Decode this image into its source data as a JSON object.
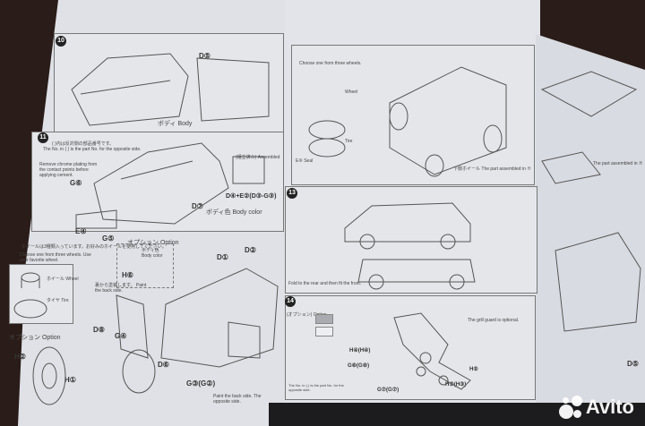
{
  "left_page": {
    "step10": {
      "number": "10",
      "body_label": "ボディ Body",
      "parts": [
        "D⑤"
      ]
    },
    "step11": {
      "number": "11",
      "note_jp": "( )内は反対側の部品番号です。",
      "note_en": "The No. in ( ) is the part No. for the opposite side.",
      "chrome_note": "Remove chrome plating from the contact points before applying cement.",
      "parts": [
        "G⑥",
        "E④",
        "G⑤",
        "D⑦",
        "D④+E②(D③-G③)"
      ],
      "body_color": "ボディ色 Body color",
      "assembly": "(組立済み) Assembled"
    },
    "wheel_note_jp": "ホイールは3種類入っています。お好みのホイールを使用してください。",
    "wheel_note_en": "Choose one from three wheels. Use your favorite wheel.",
    "wheel": "ホイール Wheel",
    "tire": "タイヤ Tire",
    "option": "オプション Option",
    "option_body_color": "ボディ色 Body color",
    "option_part": "H⑥",
    "paint_back": "裏から塗装します。 Paint the back side.",
    "parts_lower": [
      "D①",
      "D②",
      "D⑧",
      "G④",
      "D⑥",
      "G③(G②)",
      "H②",
      "H①"
    ],
    "opposite_note": "Paint the back side. The opposite side."
  },
  "right_page": {
    "step12": {
      "wheel_note": "Choose one from three wheels.",
      "wheel": "Wheel",
      "tire": "Tire",
      "part": "E⑥ Seal"
    },
    "step13": {
      "number": "13",
      "note": "Fold to the rear and then fit the front."
    },
    "step14": {
      "number": "14",
      "option": "(オプション) Option",
      "grill_note": "The grill guard is optional.",
      "parts": [
        "H④(H④)",
        "G⑧(G⑧)",
        "H⑤",
        "H③(H③)",
        "G⑦(G⑦)"
      ],
      "note_en": "The No. in ( ) is the part No. for the opposite side."
    },
    "assembled": "下側ホイール The part assembled in ⑦"
  },
  "far_page": {
    "parts": [
      "D⑤"
    ],
    "assembled": "The part assembled in ⑦"
  },
  "watermark": "Avito"
}
